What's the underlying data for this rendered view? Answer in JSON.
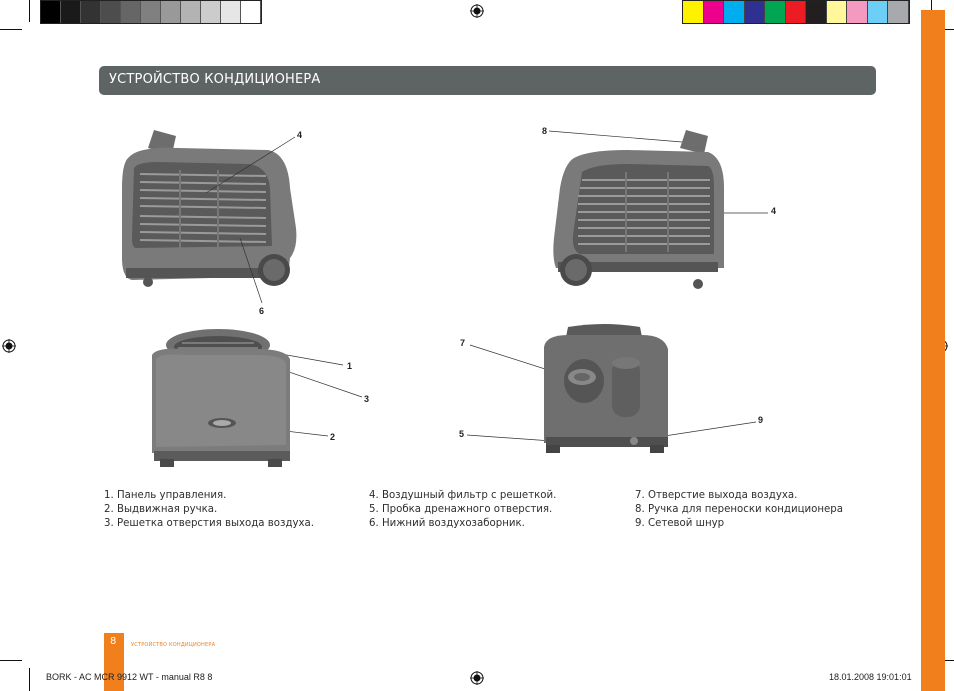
{
  "print_marks": {
    "greys": [
      "#000000",
      "#1a1a1a",
      "#333333",
      "#4d4d4d",
      "#666666",
      "#808080",
      "#999999",
      "#b3b3b3",
      "#cccccc",
      "#e6e6e6",
      "#ffffff"
    ],
    "colors": [
      "#fff200",
      "#ec008c",
      "#00aeef",
      "#2e3192",
      "#00a651",
      "#ed1c24",
      "#231f20",
      "#fff799",
      "#f49ac1",
      "#6dcff6",
      "#a7a9ac"
    ]
  },
  "header": {
    "title": "УСТРОЙСТВО КОНДИЦИОНЕРА"
  },
  "figures": {
    "front_side": {
      "callouts": [
        "4",
        "6"
      ]
    },
    "back_side": {
      "callouts": [
        "8",
        "4"
      ]
    },
    "top_front": {
      "callouts": [
        "1",
        "3",
        "2"
      ]
    },
    "rear": {
      "callouts": [
        "7",
        "5",
        "9"
      ]
    }
  },
  "legend": {
    "col1": [
      "1. Панель управления.",
      "2. Выдвижная ручка.",
      "3. Решетка отверстия выхода воздуха."
    ],
    "col2": [
      "4. Воздушный фильтр с решеткой.",
      "5. Пробка дренажного отверстия.",
      "6. Нижний воздухозаборник."
    ],
    "col3": [
      "7. Отверстие выхода воздуха.",
      "8. Ручка для переноски кондиционера",
      "9. Сетевой шнур"
    ]
  },
  "footer": {
    "page_number": "8",
    "running_title": "УСТРОЙСТВО КОНДИЦИОНЕРА",
    "slug_left": "BORK - AC MCR 9912 WT - manual R8   8",
    "slug_right": "18.01.2008   19:01:01"
  },
  "accent_color": "#f07f1c",
  "header_color": "#5e6364"
}
